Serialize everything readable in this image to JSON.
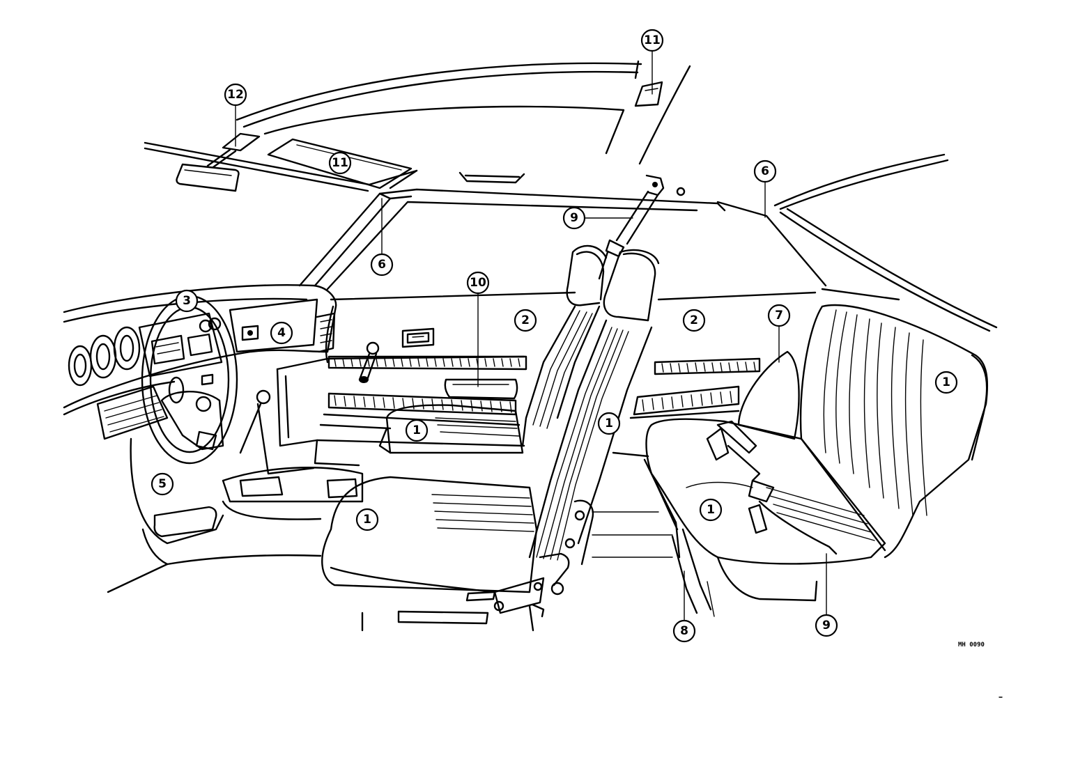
{
  "diagram": {
    "drawing_code": "MH 0090",
    "callouts": {
      "seat_front_left_back": "1",
      "seat_front_left_cushion": "1",
      "seat_front_right_back": "1",
      "seat_front_right_cushion": "1",
      "seat_rear_back": "1",
      "seat_rear_cushion": "1",
      "door_trim_front": "2",
      "door_trim_rear": "2",
      "instrument_panel": "3",
      "glove_box": "4",
      "kick_panel": "5",
      "pillar_garnish_front": "6",
      "pillar_garnish_rear": "6",
      "rear_side_trim": "7",
      "scuff_plate": "8",
      "seat_belt_front": "9",
      "seat_belt_rear": "9",
      "door_armrest": "10",
      "sun_visor": "11",
      "roof_lamp": "11",
      "inner_mirror": "12"
    }
  }
}
